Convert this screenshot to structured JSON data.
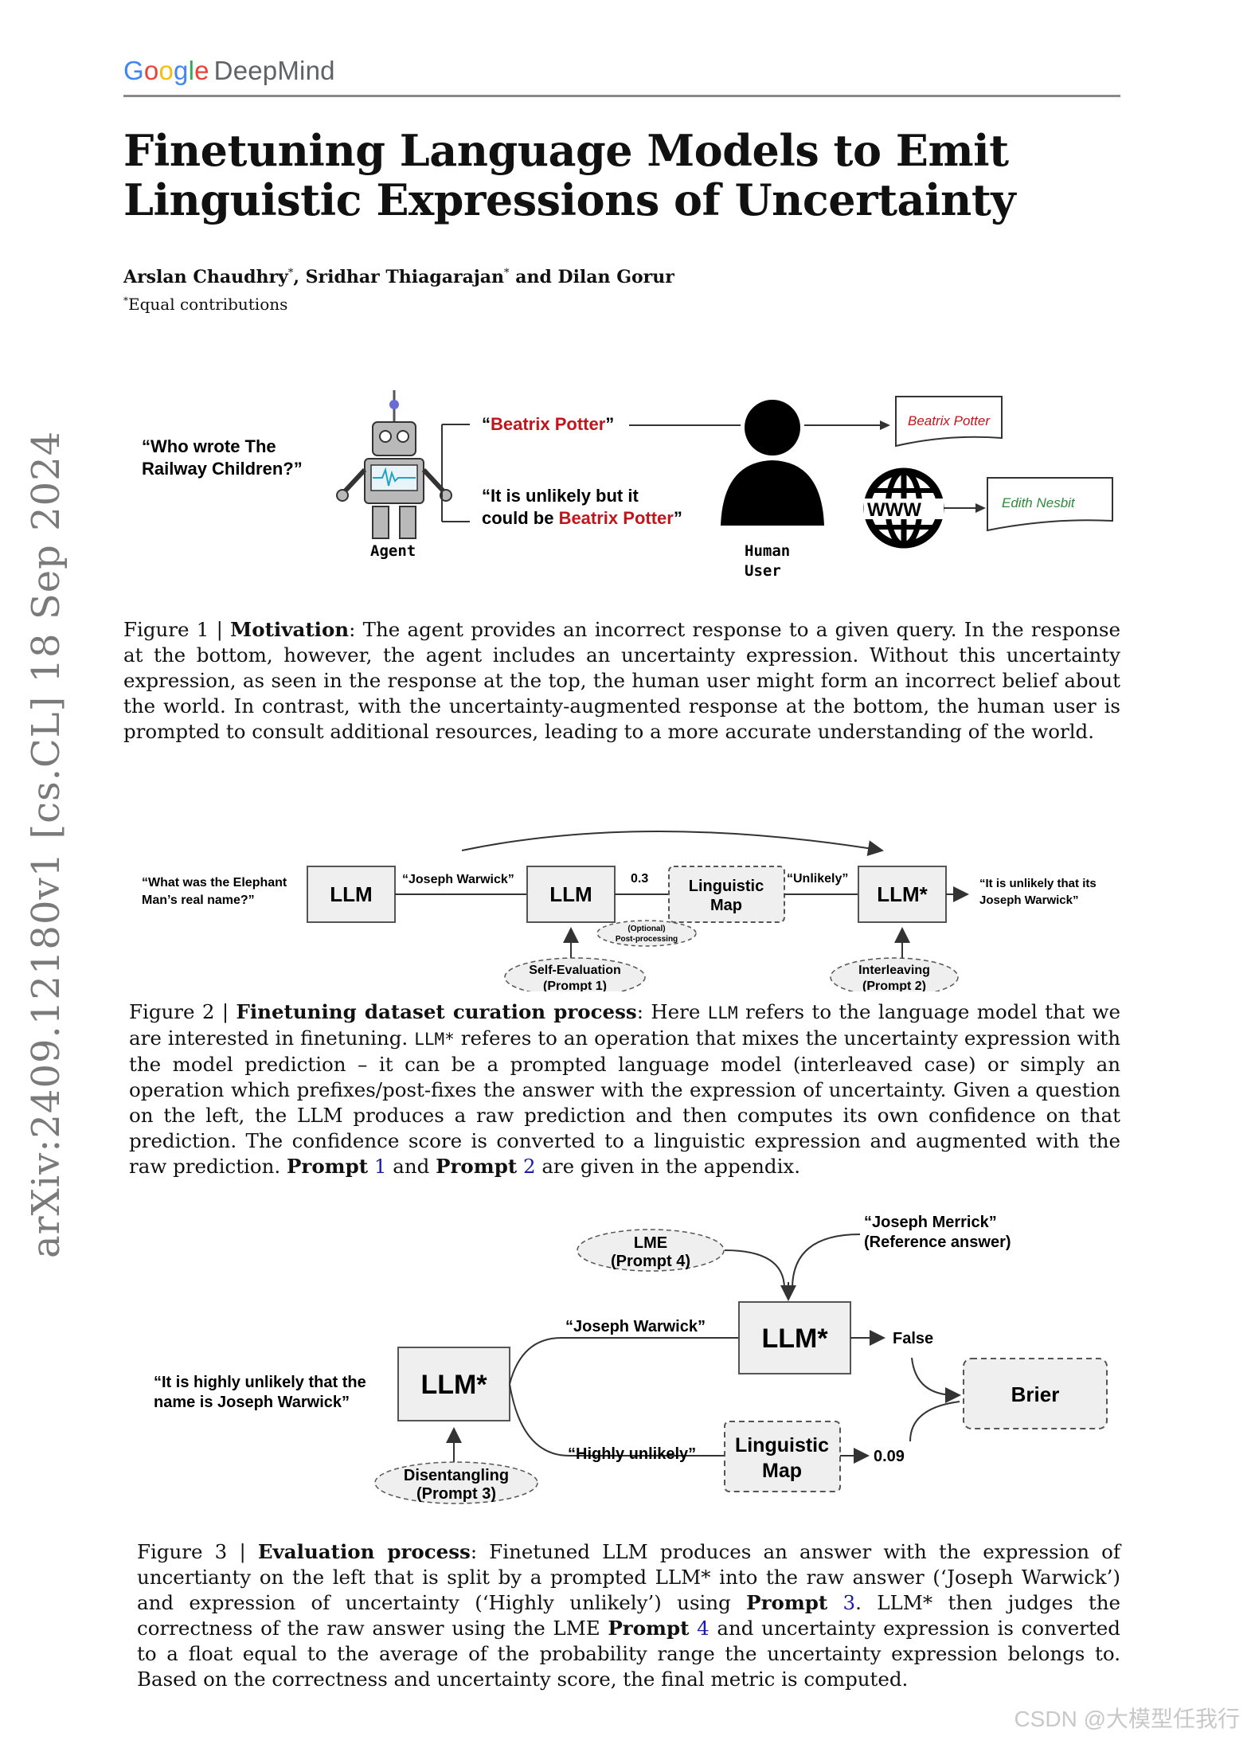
{
  "header": {
    "logo_google": [
      "G",
      "o",
      "o",
      "g",
      "l",
      "e"
    ],
    "logo_deepmind": "DeepMind"
  },
  "paper": {
    "title": "Finetuning Language Models to Emit Linguistic Expressions of Uncertainty",
    "authors": [
      {
        "name": "Arslan Chaudhry",
        "mark": "*"
      },
      {
        "name": "Sridhar Thiagarajan",
        "mark": "*"
      },
      {
        "name": "Dilan Gorur",
        "mark": ""
      }
    ],
    "author_sep1": ", ",
    "author_sep2": " and ",
    "note_mark": "*",
    "note": "Equal contributions",
    "arxiv_id": "arXiv:2409.12180v1  [cs.CL]  18 Sep 2024"
  },
  "figure1": {
    "question": [
      "“Who wrote The",
      "Railway Children?”"
    ],
    "agent_label": "Agent",
    "resp1_open": "“",
    "resp1_name": "Beatrix Potter",
    "resp1_close": "”",
    "resp2_line1": "“It is unlikely but it",
    "resp2_line2_prefix": "could be ",
    "resp2_name": "Beatrix Potter",
    "resp2_close": "”",
    "user_label": [
      "Human",
      "User"
    ],
    "www_label": "WWW",
    "note1": "Beatrix Potter",
    "note2": "Edith Nesbit",
    "caption_label": "Figure 1 | ",
    "caption_bold": "Motivation",
    "caption_text": ": The agent provides an incorrect response to a given query. In the response at the bottom, however, the agent includes an uncertainty expression. Without this uncertainty expression, as seen in the response at the top, the human user might form an incorrect belief about the world. In contrast, with the uncertainty-augmented response at the bottom, the human user is prompted to consult additional resources, leading to a more accurate understanding of the world."
  },
  "figure2": {
    "question": [
      "“What was the Elephant",
      "Man’s real name?”"
    ],
    "llm1": "LLM",
    "pred": "“Joseph Warwick”",
    "llm2": "LLM",
    "score": "0.3",
    "map": [
      "Linguistic",
      "Map"
    ],
    "unlikely": "“Unlikely”",
    "llm3": "LLM*",
    "output": [
      "“It is unlikely that its",
      "Joseph Warwick”"
    ],
    "optional": [
      "(Optional)",
      "Post-processing"
    ],
    "selfeval": [
      "Self-Evaluation",
      "(Prompt 1)"
    ],
    "interleave": [
      "Interleaving",
      "(Prompt 2)"
    ],
    "caption_label": "Figure 2 | ",
    "caption_bold": "Finetuning dataset curation process",
    "cap_a": ": Here ",
    "cap_llm": "LLM",
    "cap_b": " refers to the language model that we are interested in finetuning. ",
    "cap_llmstar": "LLM*",
    "cap_c": " referes to an operation that mixes the uncertainty expression with the model prediction – it can be a prompted language model (interleaved case) or simply an operation which prefixes/post-fixes the answer with the expression of uncertainty. Given a question on the left, the LLM produces a raw prediction and then computes its own confidence on that prediction. The confidence score is converted to a linguistic expression and augmented with the raw prediction. ",
    "cap_prompt": "Prompt",
    "cap_1": "1",
    "cap_and": " and ",
    "cap_2": "2",
    "cap_d": " are given in the appendix."
  },
  "figure3": {
    "question": [
      "“It is highly unlikely that the",
      "name is Joseph Warwick”"
    ],
    "llm_left": "LLM*",
    "disentangle": [
      "Disentangling",
      "(Prompt 3)"
    ],
    "lme": [
      "LME",
      "(Prompt 4)"
    ],
    "reference": [
      "“Joseph Merrick”",
      "(Reference answer)"
    ],
    "llm_right": "LLM*",
    "raw": "“Joseph Warwick”",
    "false": "False",
    "brier": "Brier",
    "highly": "“Highly unlikely”",
    "map": [
      "Linguistic",
      "Map"
    ],
    "val": "0.09",
    "caption_label": "Figure 3 | ",
    "caption_bold": "Evaluation process",
    "cap_a": ": Finetuned LLM produces an answer with the expression of uncertianty on the left that is split by a prompted LLM* into the raw answer (‘Joseph Warwick’) and expression of uncertainty (‘Highly unlikely’) using ",
    "cap_prompt": "Prompt",
    "cap_3": "3",
    "cap_b": ". LLM* then judges the correctness of the raw answer using the LME ",
    "cap_4": "4",
    "cap_c": " and uncertainty expression is converted to a float equal to the average of the probability range the uncertainty expression belongs to. Based on the correctness and uncertainty score, the final metric is computed."
  },
  "watermark": "CSDN @大模型任我行",
  "colors": {
    "red": "#c0161b",
    "link": "#1a1aa6",
    "box": "#f0f0f0",
    "rule": "#8a8a8a"
  }
}
